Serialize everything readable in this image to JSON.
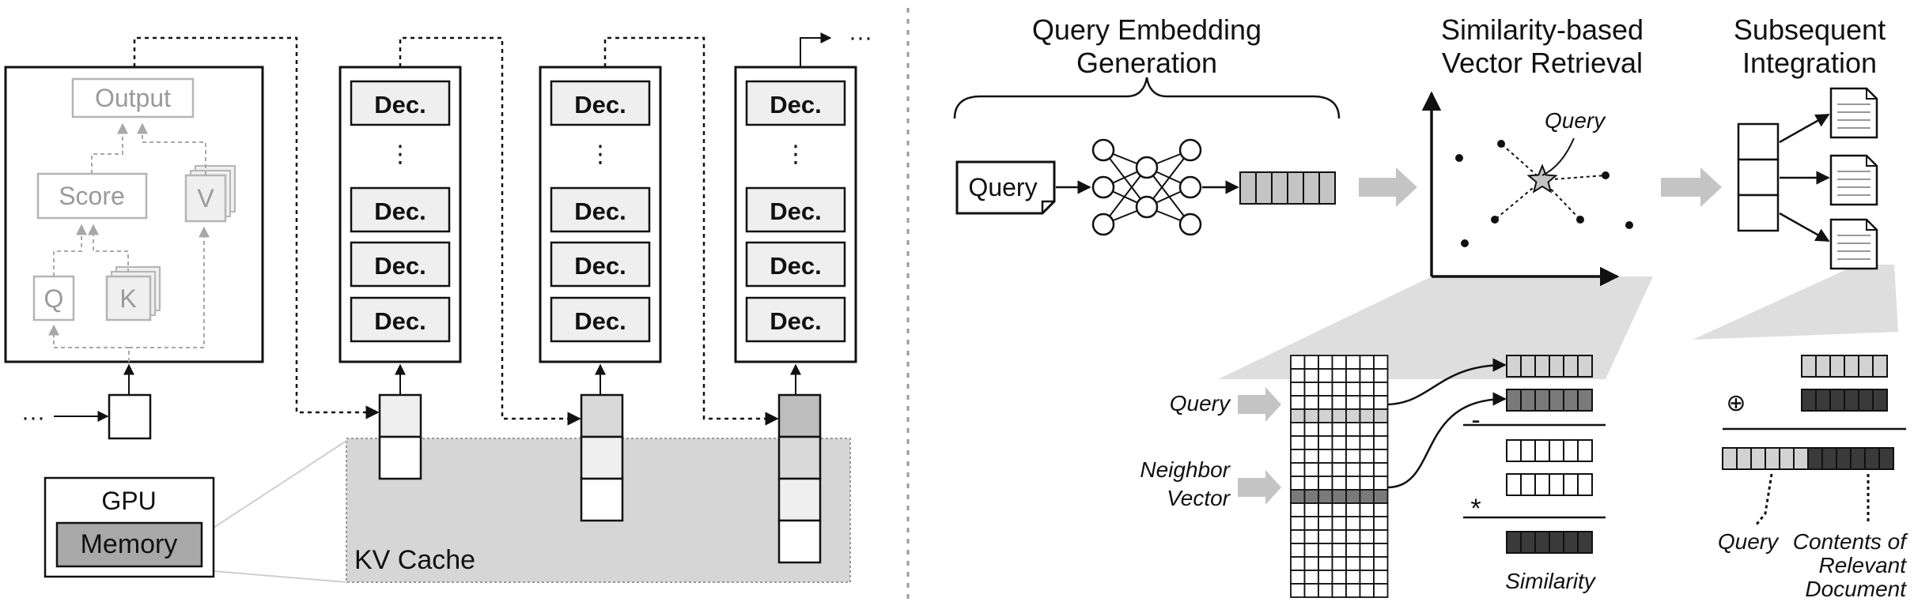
{
  "left": {
    "attention": {
      "output_label": "Output",
      "score_label": "Score",
      "v_label": "V",
      "q_label": "Q",
      "k_label": "K"
    },
    "decoder_label": "Dec.",
    "dots": "⋮",
    "ellipsis": "···",
    "gpu_label": "GPU",
    "memory_label": "Memory",
    "kv_cache_label": "KV Cache"
  },
  "right": {
    "stages": [
      {
        "line1": "Query Embedding",
        "line2": "Generation"
      },
      {
        "line1": "Similarity-based",
        "line2": "Vector Retrieval"
      },
      {
        "line1": "Subsequent",
        "line2": "Integration"
      }
    ],
    "query_doc_label": "Query",
    "plot_query_label": "Query",
    "query_row_label": "Query",
    "neighbor_label_1": "Neighbor",
    "neighbor_label_2": "Vector",
    "minus_sign": "-",
    "times_sign": "*",
    "similarity_label": "Similarity",
    "plus_sign": "⊕",
    "bottom_query_label": "Query",
    "contents_label_1": "Contents of",
    "contents_label_2": "Relevant",
    "contents_label_3": "Document"
  },
  "colors": {
    "stroke": "#111111",
    "ghost": "#a8a8a8",
    "decoder_fill": "#efefef",
    "kv_region": "#d6d6d6",
    "light_cell": "#d2d2d2",
    "mid_cell": "#7a7a7a",
    "dark_cell": "#3a3a3a",
    "arrow_gray": "#c4c4c4"
  }
}
